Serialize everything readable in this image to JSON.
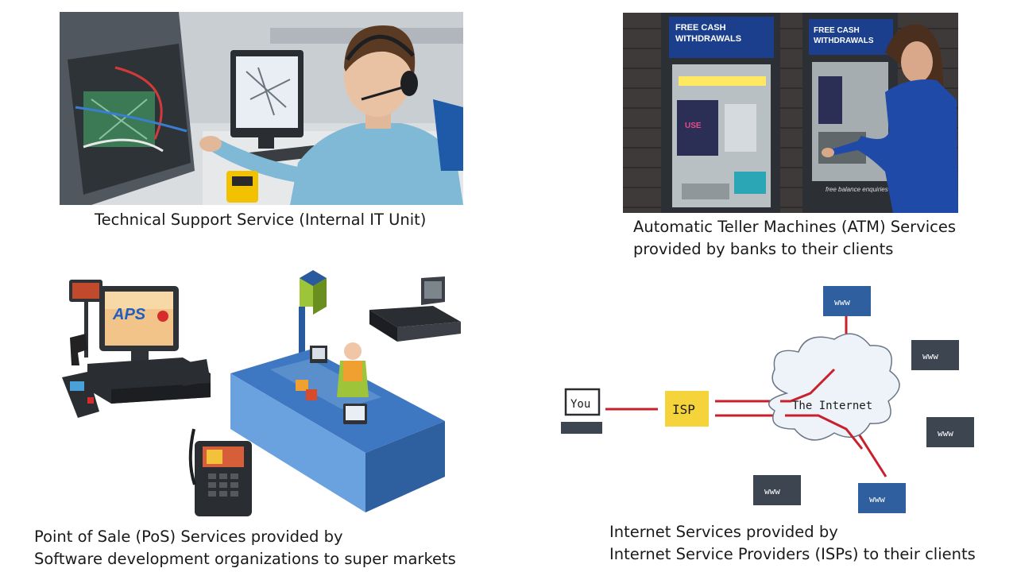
{
  "panels": {
    "tech_support": {
      "caption": "Technical Support Service (Internal IT Unit)"
    },
    "atm": {
      "caption_line1": "Automatic Teller Machines (ATM) Services",
      "caption_line2": "provided by banks to their clients",
      "sign_left": "FREE CASH WITHDRAWALS",
      "sign_right": "FREE CASH WITHDRAWALS",
      "screen_text": "USE",
      "panel_text": "free balance enquiries"
    },
    "pos": {
      "caption_line1": "Point of Sale (PoS) Services provided by",
      "caption_line2": "Software development organizations to super markets",
      "logo": "APS"
    },
    "internet": {
      "caption_line1": "Internet Services provided by",
      "caption_line2": "Internet Service Providers (ISPs) to their clients",
      "you_label": "You",
      "isp_label": "ISP",
      "cloud_label": "The Internet",
      "www_labels": [
        "www",
        "www",
        "www",
        "www",
        "www"
      ]
    }
  },
  "colors": {
    "www_blue": "#2f5f9e",
    "www_dark": "#3c4550",
    "isp_yellow": "#f5d33a",
    "link_red": "#c8202c"
  }
}
